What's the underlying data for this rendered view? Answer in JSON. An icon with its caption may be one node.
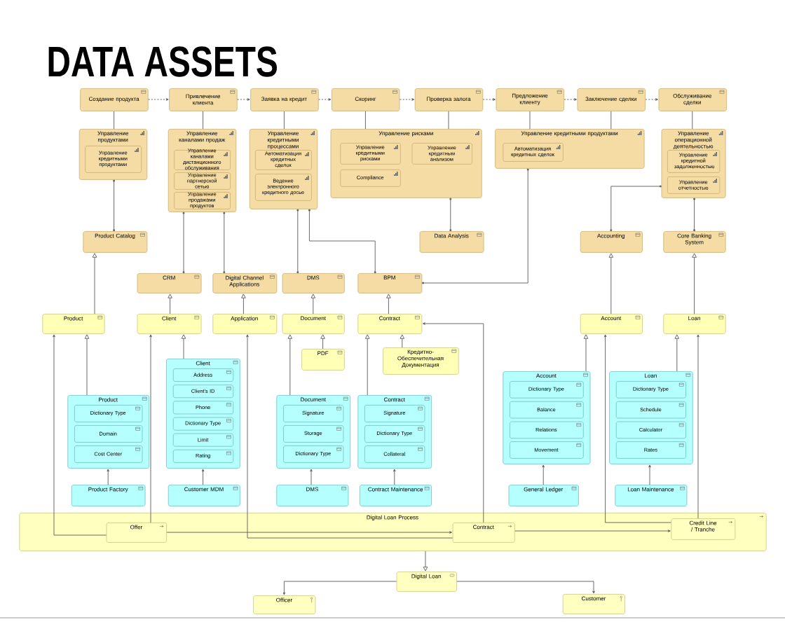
{
  "diagram": {
    "title": "DATA ASSETS",
    "nodes": [
      {
        "text": [
          "Создание продукта"
        ]
      },
      {
        "text": [
          "Привлечение клиента"
        ]
      },
      {
        "text": [
          "Заявка на кредит"
        ]
      },
      {
        "text": [
          "Скоринг"
        ]
      },
      {
        "text": [
          "Проверка залога"
        ]
      },
      {
        "text": [
          "Предложение клиенту"
        ]
      },
      {
        "text": [
          "Заключение сделки"
        ]
      },
      {
        "text": [
          "Обслуживание сделки"
        ]
      },
      {
        "text": [
          "Управление продуктами"
        ]
      },
      {
        "text": [
          "Управление кредитными продуктами"
        ],
        "in": 8
      },
      {
        "text": [
          "Управление каналами продаж"
        ]
      },
      {
        "text": [
          "Управление каналами дистанционного обслуживания"
        ],
        "in": 10
      },
      {
        "text": [
          "Управление партнерской сетью"
        ],
        "in": 10
      },
      {
        "text": [
          "Управление продажами продуктов"
        ],
        "in": 10
      },
      {
        "text": [
          "Управление кредитными процессами"
        ]
      },
      {
        "text": [
          "Автоматизация кредитных сделок"
        ],
        "in": 14
      },
      {
        "text": [
          "Ведение электронного кредитного досье"
        ],
        "in": 14
      },
      {
        "text": [
          "Управление рисками"
        ]
      },
      {
        "text": [
          "Управление кредитными рисками"
        ],
        "in": 17
      },
      {
        "text": [
          "Управление кредитным анализом"
        ],
        "in": 17
      },
      {
        "text": [
          "Compliance"
        ],
        "in": 17
      },
      {
        "text": [
          "Управление кредитными продуктами"
        ]
      },
      {
        "text": [
          "Автоматизация кредитных сделок"
        ],
        "in": 21
      },
      {
        "text": [
          "Управление операционной деятельностью"
        ]
      },
      {
        "text": [
          "Управление кредитной задолженностью"
        ],
        "in": 23
      },
      {
        "text": [
          "Управление отчетностью"
        ],
        "in": 23
      },
      {
        "text": [
          "Product Catalog"
        ]
      },
      {
        "text": [
          "CRM"
        ]
      },
      {
        "text": [
          "Digital Channel Applications"
        ]
      },
      {
        "text": [
          "DMS"
        ]
      },
      {
        "text": [
          "BPM"
        ]
      },
      {
        "text": [
          "Data Analysis"
        ]
      },
      {
        "text": [
          "Accounting"
        ]
      },
      {
        "text": [
          "Core Banking System"
        ]
      },
      {
        "text": [
          "Product"
        ]
      },
      {
        "text": [
          "Client"
        ]
      },
      {
        "text": [
          "Application"
        ]
      },
      {
        "text": [
          "Document"
        ]
      },
      {
        "text": [
          "Contract"
        ]
      },
      {
        "text": [
          "PDF"
        ]
      },
      {
        "text": [
          "Кредитно-Обеспечительная Документация"
        ]
      },
      {
        "text": [
          "Account"
        ]
      },
      {
        "text": [
          "Loan"
        ]
      },
      {
        "text": [
          "Product"
        ]
      },
      {
        "text": [
          "Dictionary Type"
        ],
        "in": 43
      },
      {
        "text": [
          "Domain"
        ],
        "in": 43
      },
      {
        "text": [
          "Cost Center"
        ],
        "in": 43
      },
      {
        "text": [
          "Client"
        ]
      },
      {
        "text": [
          "Address"
        ],
        "in": 47
      },
      {
        "text": [
          "Client's ID"
        ],
        "in": 47
      },
      {
        "text": [
          "Phone"
        ],
        "in": 47
      },
      {
        "text": [
          "Dictionary Type"
        ],
        "in": 47
      },
      {
        "text": [
          "Limit"
        ],
        "in": 47
      },
      {
        "text": [
          "Rating"
        ],
        "in": 47
      },
      {
        "text": [
          "Document"
        ]
      },
      {
        "text": [
          "Signature"
        ],
        "in": 54
      },
      {
        "text": [
          "Storage"
        ],
        "in": 54
      },
      {
        "text": [
          "Dictionary Type"
        ],
        "in": 54
      },
      {
        "text": [
          "Contract"
        ]
      },
      {
        "text": [
          "Signature"
        ],
        "in": 58
      },
      {
        "text": [
          "Dictionary Type"
        ],
        "in": 58
      },
      {
        "text": [
          "Collateral"
        ],
        "in": 58
      },
      {
        "text": [
          "Account"
        ]
      },
      {
        "text": [
          "Dictionary Type"
        ],
        "in": 62
      },
      {
        "text": [
          "Balance"
        ],
        "in": 62
      },
      {
        "text": [
          "Relations"
        ],
        "in": 62
      },
      {
        "text": [
          "Movement"
        ],
        "in": 62
      },
      {
        "text": [
          "Loan"
        ]
      },
      {
        "text": [
          "Dictionary Type"
        ],
        "in": 67
      },
      {
        "text": [
          "Schedule"
        ],
        "in": 67
      },
      {
        "text": [
          "Calculator"
        ],
        "in": 67
      },
      {
        "text": [
          "Rates"
        ],
        "in": 67
      },
      {
        "text": [
          "Product Factory"
        ]
      },
      {
        "text": [
          "Customer MDM"
        ]
      },
      {
        "text": [
          "DMS"
        ]
      },
      {
        "text": [
          "Contract Maintenance"
        ]
      },
      {
        "text": [
          "General Ledger"
        ]
      },
      {
        "text": [
          "Loan Maintenance"
        ]
      },
      {
        "text": [
          "Digital Loan Process"
        ]
      },
      {
        "text": [
          "Offer"
        ],
        "in": 78
      },
      {
        "text": [
          "Contract"
        ],
        "in": 78
      },
      {
        "text": [
          "Credit Line / Tranche"
        ],
        "in": 78
      },
      {
        "text": [
          "Digital Loan"
        ]
      },
      {
        "text": [
          "Officer"
        ]
      },
      {
        "text": [
          "Customer"
        ]
      }
    ],
    "edges": [
      {
        "from": 0,
        "to": 1,
        "arrow": "to",
        "style": "dashed"
      },
      {
        "from": 1,
        "to": 2,
        "arrow": "to",
        "style": "dashed"
      },
      {
        "from": 2,
        "to": 3,
        "arrow": "to",
        "style": "dashed"
      },
      {
        "from": 3,
        "to": 4,
        "arrow": "to",
        "style": "dashed"
      },
      {
        "from": 4,
        "to": 5,
        "arrow": "to",
        "style": "dashed"
      },
      {
        "from": 5,
        "to": 6,
        "arrow": "to",
        "style": "dashed"
      },
      {
        "from": 6,
        "to": 7,
        "arrow": "to",
        "style": "dashed"
      },
      {
        "from": 0,
        "to": 8,
        "arrow": "none"
      },
      {
        "from": 1,
        "to": 10,
        "arrow": "none"
      },
      {
        "from": 2,
        "to": 14,
        "arrow": "none"
      },
      {
        "from": 3,
        "to": 17,
        "arrow": "none"
      },
      {
        "from": 4,
        "to": 17,
        "arrow": "none"
      },
      {
        "from": 5,
        "to": 21,
        "arrow": "none"
      },
      {
        "from": 6,
        "to": 21,
        "arrow": "none"
      },
      {
        "from": 7,
        "to": 23,
        "arrow": "none"
      },
      {
        "from": 8,
        "to": 26,
        "arrow": "other"
      },
      {
        "from": 10,
        "to": 27,
        "arrow": "other"
      },
      {
        "from": 10,
        "to": 28,
        "arrow": "other"
      },
      {
        "from": 14,
        "to": 29,
        "arrow": "other"
      },
      {
        "from": 14,
        "to": 30,
        "arrow": "other"
      },
      {
        "from": 17,
        "to": 31,
        "arrow": "other"
      },
      {
        "from": 21,
        "to": 30,
        "arrow": "other"
      },
      {
        "from": 23,
        "to": 32,
        "arrow": "other"
      },
      {
        "from": 23,
        "to": 33,
        "arrow": "other"
      },
      {
        "from": 34,
        "to": 26,
        "arrow": "to"
      },
      {
        "from": 35,
        "to": 27,
        "arrow": "to"
      },
      {
        "from": 36,
        "to": 28,
        "arrow": "to"
      },
      {
        "from": 37,
        "to": 29,
        "arrow": "to"
      },
      {
        "from": 38,
        "to": 30,
        "arrow": "to"
      },
      {
        "from": 41,
        "to": 32,
        "arrow": "to"
      },
      {
        "from": 42,
        "to": 33,
        "arrow": "to"
      },
      {
        "from": 39,
        "to": 37,
        "arrow": "to"
      },
      {
        "from": 40,
        "to": 38,
        "arrow": "to"
      },
      {
        "from": 43,
        "to": 34,
        "arrow": "to"
      },
      {
        "from": 47,
        "to": 35,
        "arrow": "to"
      },
      {
        "from": 54,
        "to": 37,
        "arrow": "to"
      },
      {
        "from": 58,
        "to": 38,
        "arrow": "to"
      },
      {
        "from": 62,
        "to": 41,
        "arrow": "to"
      },
      {
        "from": 67,
        "to": 42,
        "arrow": "to"
      },
      {
        "from": 72,
        "to": 43,
        "arrow": "to"
      },
      {
        "from": 73,
        "to": 47,
        "arrow": "to"
      },
      {
        "from": 74,
        "to": 54,
        "arrow": "to"
      },
      {
        "from": 75,
        "to": 58,
        "arrow": "to"
      },
      {
        "from": 76,
        "to": 62,
        "arrow": "to"
      },
      {
        "from": 77,
        "to": 67,
        "arrow": "to"
      },
      {
        "from": 79,
        "to": 34,
        "arrow": "to"
      },
      {
        "from": 79,
        "to": 35,
        "arrow": "to"
      },
      {
        "from": 80,
        "to": 36,
        "arrow": "to"
      },
      {
        "from": 80,
        "to": 38,
        "arrow": "to"
      },
      {
        "from": 81,
        "to": 41,
        "arrow": "to"
      },
      {
        "from": 81,
        "to": 42,
        "arrow": "to"
      },
      {
        "from": 79,
        "to": 80,
        "arrow": "to"
      },
      {
        "from": 80,
        "to": 81,
        "arrow": "to"
      },
      {
        "from": 78,
        "to": 82,
        "arrow": "to"
      },
      {
        "from": 82,
        "to": 83,
        "arrow": "to"
      },
      {
        "from": 82,
        "to": 84,
        "arrow": "to"
      }
    ]
  }
}
